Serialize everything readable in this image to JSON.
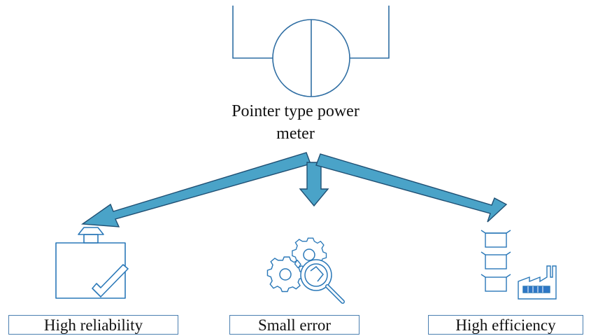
{
  "meter": {
    "label_line1": "Pointer type power",
    "label_line2": "meter"
  },
  "outcomes": [
    {
      "label": "High reliability",
      "icon": "bag-check-icon"
    },
    {
      "label": "Small error",
      "icon": "gears-magnifier-icon"
    },
    {
      "label": "High efficiency",
      "icon": "boxes-factory-icon"
    }
  ],
  "colors": {
    "icon_stroke": "#2a78b8",
    "arrow_fill": "#4aa3c8",
    "arrow_stroke": "#1f4f73",
    "box_border": "#4a7fb0",
    "meter_stroke": "#2f6ea3",
    "factory_panel": "#2f77c6"
  }
}
